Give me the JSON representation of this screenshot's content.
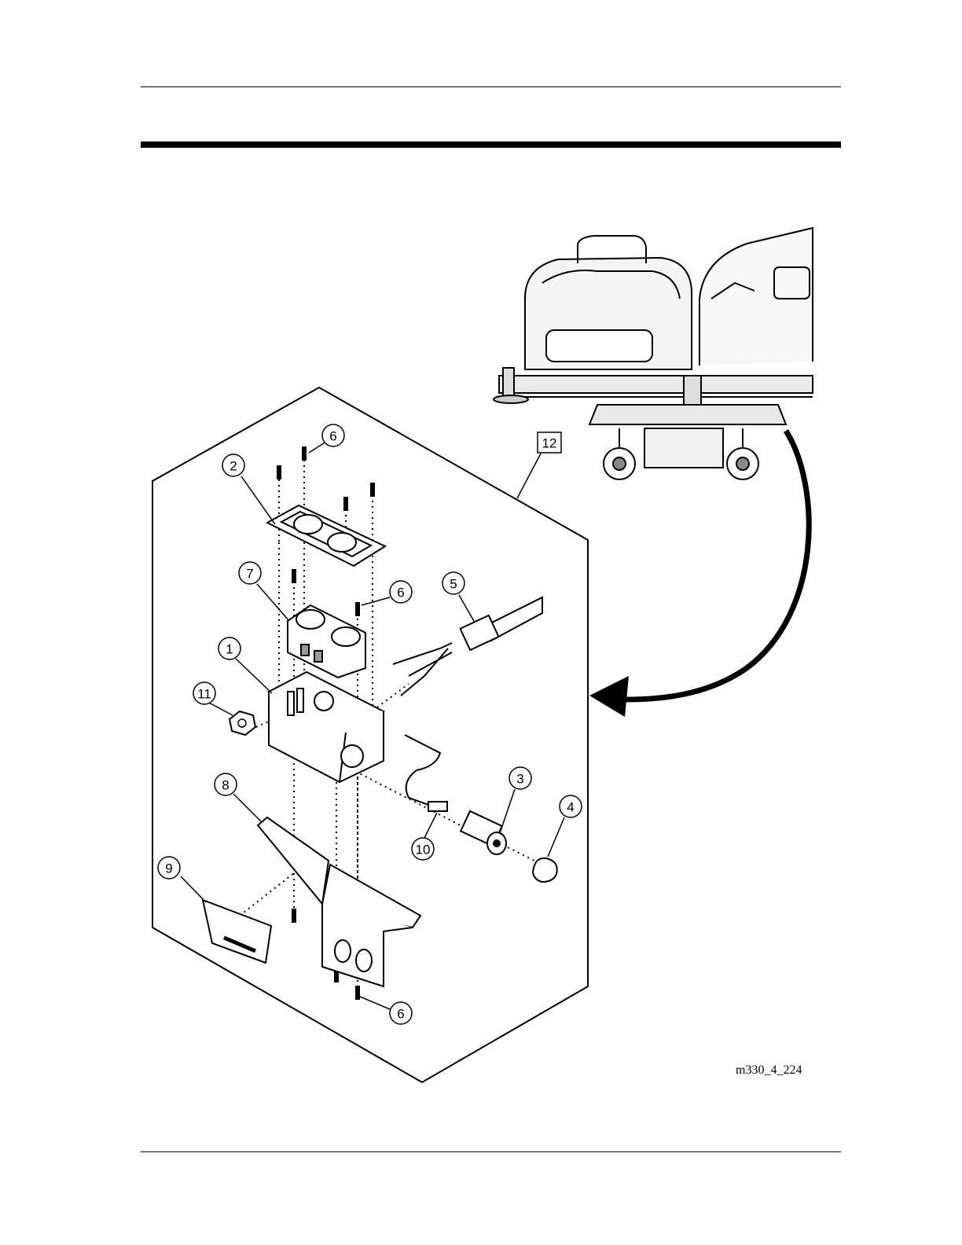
{
  "figure": {
    "id": "m330_4_224",
    "callouts": [
      {
        "label": "1"
      },
      {
        "label": "2"
      },
      {
        "label": "3"
      },
      {
        "label": "4"
      },
      {
        "label": "5"
      },
      {
        "label": "6"
      },
      {
        "label": "6"
      },
      {
        "label": "6"
      },
      {
        "label": "7"
      },
      {
        "label": "8"
      },
      {
        "label": "9"
      },
      {
        "label": "10"
      },
      {
        "label": "11"
      }
    ],
    "assembly_box_label": "12"
  }
}
